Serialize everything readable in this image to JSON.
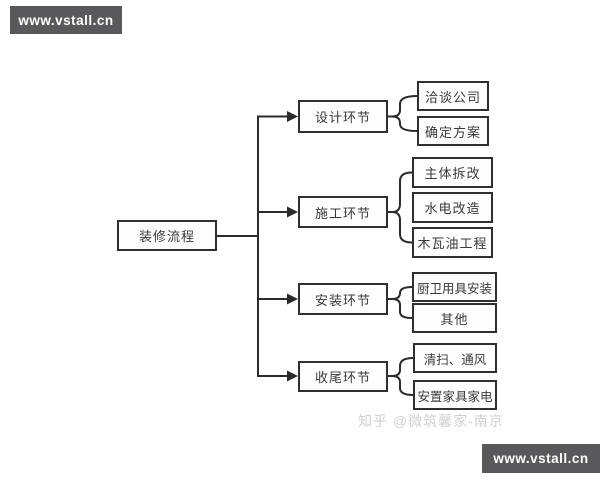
{
  "watermarks": {
    "top_left_banner": "www.vstall.cn",
    "bottom_right_banner": "www.vstall.cn",
    "credit": "知乎 @微筑馨家-南京"
  },
  "flowchart": {
    "root": {
      "label": "装修流程"
    },
    "branches": [
      {
        "label": "设计环节",
        "children": [
          "洽谈公司",
          "确定方案"
        ]
      },
      {
        "label": "施工环节",
        "children": [
          "主体拆改",
          "水电改造",
          "木瓦油工程"
        ]
      },
      {
        "label": "安装环节",
        "children": [
          "厨卫用具安装",
          "其他"
        ]
      },
      {
        "label": "收尾环节",
        "children": [
          "清扫、通风",
          "安置家具家电"
        ]
      }
    ]
  },
  "colors": {
    "line": "#2b2b2b",
    "box_border": "#2f2f2f",
    "box_text": "#3a3a3a",
    "banner_bg": "#59595b",
    "banner_text": "#ffffff",
    "credit_text": "#d0d0d0"
  }
}
